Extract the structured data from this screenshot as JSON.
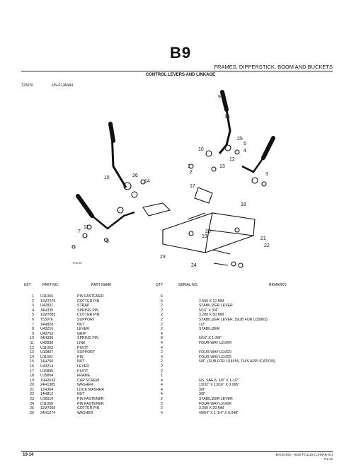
{
  "header": {
    "section_id": "B9",
    "section_title": "FRAMES, DIPPERSTICK, BOOM AND BUCKETS",
    "sub_title": "CONTROL LEVERS AND LINKAGE",
    "ref_code": "T25076",
    "ref_date": "-UN-01JAN94"
  },
  "diagram": {
    "figure_code": "T76176",
    "callouts": [
      "9",
      "16",
      "5",
      "25",
      "4",
      "13",
      "10",
      "1",
      "2",
      "12",
      "3",
      "15",
      "14",
      "17",
      "26",
      "18",
      "6",
      "11",
      "7",
      "8",
      "20",
      "21",
      "22",
      "19",
      "23",
      "24"
    ]
  },
  "table": {
    "headers": {
      "key": "KEY",
      "part": "PART NO.",
      "name": "PART NAME",
      "qty": "QTY",
      "serial": "SERIAL NO.",
      "remarks": "REMARKS"
    },
    "rows": [
      {
        "key": "1",
        "part": "U11004",
        "name": "PIN FASTENER",
        "qty": "6",
        "remarks": ""
      },
      {
        "key": "2",
        "part": "11M7079",
        "name": "COTTER PIN",
        "qty": "6",
        "remarks": "2.500 X 12 MM"
      },
      {
        "key": "3",
        "part": "U42831",
        "name": "STRAP",
        "qty": "2",
        "remarks": "STABILIZER LEVER"
      },
      {
        "key": "4",
        "part": "34H339",
        "name": "SPRING PIN",
        "qty": "2",
        "remarks": "5/16\" X 3/4\""
      },
      {
        "key": "5",
        "part": "11M7083",
        "name": "COTTER PIN",
        "qty": "2",
        "remarks": "3.200 X 50 MM"
      },
      {
        "key": "6",
        "part": "T53976",
        "name": "SUPPORT",
        "qty": "2",
        "remarks": "STABILIZER LEVER, (SUB FOR U15803)"
      },
      {
        "key": "7",
        "part": "14H826",
        "name": "NUT",
        "qty": "2",
        "remarks": "1/2\""
      },
      {
        "key": "8",
        "part": "U43216",
        "name": "LEVER",
        "qty": "2",
        "remarks": "STABILIZER"
      },
      {
        "key": "9",
        "part": "U43703",
        "name": "GRIP",
        "qty": "4",
        "remarks": ""
      },
      {
        "key": "10",
        "part": "34H330",
        "name": "SPRING PIN",
        "qty": "8",
        "remarks": "5/16\" X 1-3/8\""
      },
      {
        "key": "11",
        "part": "U42830",
        "name": "LINK",
        "qty": "4",
        "remarks": "FOUR-WAY LEVER"
      },
      {
        "key": "12",
        "part": "U11003",
        "name": "PIVOT",
        "qty": "4",
        "remarks": ""
      },
      {
        "key": "13",
        "part": "U10897",
        "name": "SUPPORT",
        "qty": "2",
        "remarks": "FOUR-WAY LEVER"
      },
      {
        "key": "14",
        "part": "U11001",
        "name": "PIN",
        "qty": "4",
        "remarks": "FOUR-WAY LEVER"
      },
      {
        "key": "15",
        "part": "14H760",
        "name": "NUT",
        "qty": "2",
        "remarks": "5/8\", (SUB FOR U14555, THIS APPLICATION)"
      },
      {
        "key": "16",
        "part": "U43214",
        "name": "LEVER",
        "qty": "2",
        "remarks": ""
      },
      {
        "key": "17",
        "part": "U10895",
        "name": "PIVOT",
        "qty": "2",
        "remarks": ""
      },
      {
        "key": "18",
        "part": "U15804",
        "name": "FRAME",
        "qty": "1",
        "remarks": ""
      },
      {
        "key": "19",
        "part": "19H2633",
        "name": "CAP SCREW",
        "qty": "4",
        "remarks": "HS, SAE 8, 3/8\" X 1-1/2\""
      },
      {
        "key": "20",
        "part": "24H1305",
        "name": "WASHER",
        "qty": "4",
        "remarks": "13/32\" X 13/16\" X 0.065\""
      },
      {
        "key": "21",
        "part": "12H304",
        "name": "LOCK WASHER",
        "qty": "4",
        "remarks": "3/8\""
      },
      {
        "key": "22",
        "part": "14H812",
        "name": "NUT",
        "qty": "4",
        "remarks": "3/8\""
      },
      {
        "key": "23",
        "part": "U16010",
        "name": "PIN FASTENER",
        "qty": "2",
        "remarks": "STABILIZER LEVER"
      },
      {
        "key": "24",
        "part": "U11000",
        "name": "PIN FASTENER",
        "qty": "2",
        "remarks": "FOUR-WAY LEVER"
      },
      {
        "key": "25",
        "part": "11M7059",
        "name": "COTTER PIN",
        "qty": "2",
        "remarks": "3.200 X 20 MM"
      },
      {
        "key": "26",
        "part": "24H1274",
        "name": "WASHER",
        "qty": "4",
        "remarks": "49/64\" X 1-1/4\" X 0.048\""
      }
    ]
  },
  "footer": {
    "page": "10-14",
    "book": "BACKHOE - 9400   PC1125    (13-MAR-01)",
    "code": "PN=36"
  }
}
